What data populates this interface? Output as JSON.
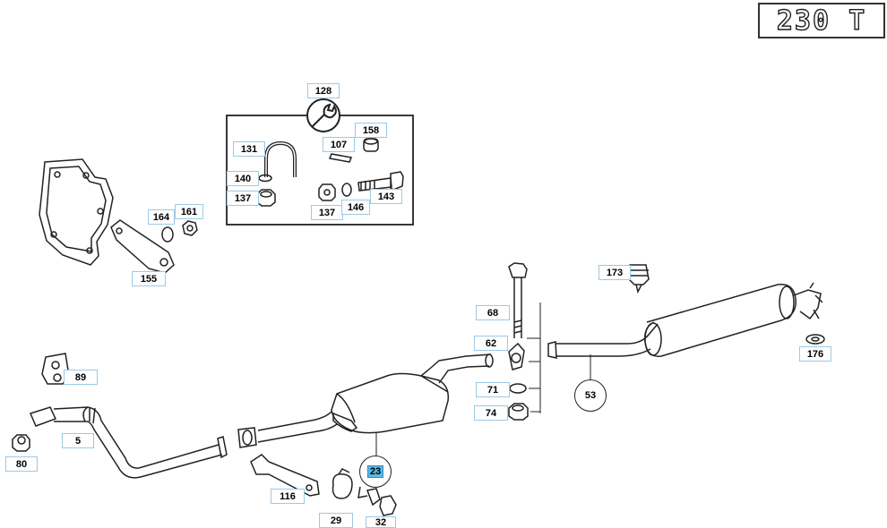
{
  "model_badge": "230 T",
  "labels": {
    "p128": "128",
    "p131": "131",
    "p107": "107",
    "p158": "158",
    "p140": "140",
    "p137a": "137",
    "p143": "143",
    "p137b": "137",
    "p146": "146",
    "p164": "164",
    "p161": "161",
    "p155": "155",
    "p173": "173",
    "p68": "68",
    "p62": "62",
    "p71": "71",
    "p74": "74",
    "p53": "53",
    "p176": "176",
    "p89": "89",
    "p5": "5",
    "p80": "80",
    "p23": "23",
    "p116": "116",
    "p29": "29",
    "p32": "32"
  },
  "icons": {
    "tool": "wrench-icon"
  },
  "colors": {
    "highlight": "#5ab8e6",
    "label_border": "#9cc9e6",
    "line": "#222222"
  }
}
